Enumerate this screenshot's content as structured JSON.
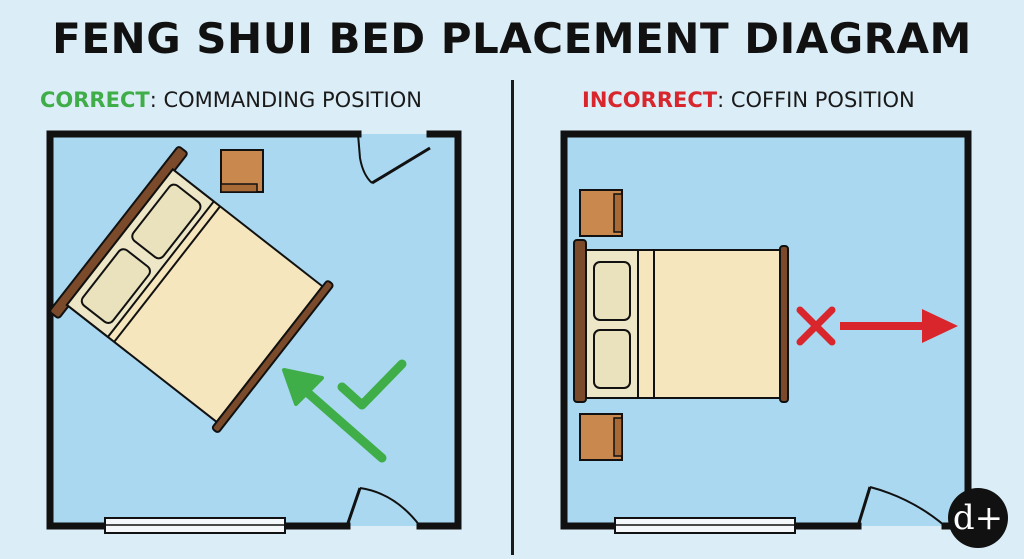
{
  "title": "FENG SHUI BED PLACEMENT DIAGRAM",
  "left_panel": {
    "status": "CORRECT",
    "description": ": COMMANDING POSITION"
  },
  "right_panel": {
    "status": "INCORRECT",
    "description": ": COFFIN POSITION"
  },
  "logo_text": "d+",
  "colors": {
    "background": "#dbeef8",
    "room_floor": "#a9d8f0",
    "wall": "#111111",
    "bed_frame": "#7a4a2a",
    "mattress": "#f6e6bd",
    "pillow": "#ece4bd",
    "nightstand": "#c8884e",
    "correct": "#3fae49",
    "incorrect": "#d8262c"
  }
}
